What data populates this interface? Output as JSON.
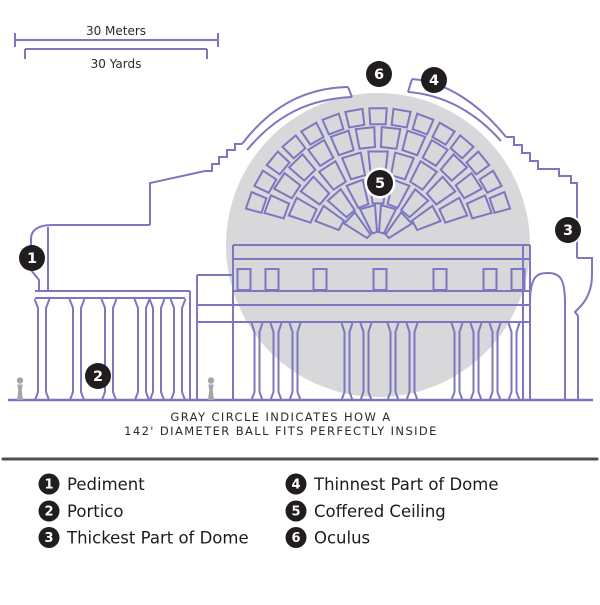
{
  "scale": {
    "meters_label": "30 Meters",
    "yards_label": "30 Yards"
  },
  "caption": {
    "line1": "GRAY CIRCLE INDICATES HOW A",
    "line2": "142' DIAMETER BALL FITS PERFECTLY INSIDE"
  },
  "markers": [
    "1",
    "2",
    "3",
    "4",
    "5",
    "6"
  ],
  "legend": {
    "items": [
      {
        "num": "1",
        "label": "Pediment"
      },
      {
        "num": "2",
        "label": "Portico"
      },
      {
        "num": "3",
        "label": "Thickest Part of Dome"
      },
      {
        "num": "4",
        "label": "Thinnest Part of Dome"
      },
      {
        "num": "5",
        "label": "Coffered Ceiling"
      },
      {
        "num": "6",
        "label": "Oculus"
      }
    ]
  },
  "colors": {
    "line_purple": "#7d77bf",
    "ball_gray": "#d8d7da",
    "marker_black": "#211d1e",
    "figure_gray": "#a6a5aa",
    "divider_gray": "#4f4f4f",
    "text_ink": "#2b2b2b"
  }
}
